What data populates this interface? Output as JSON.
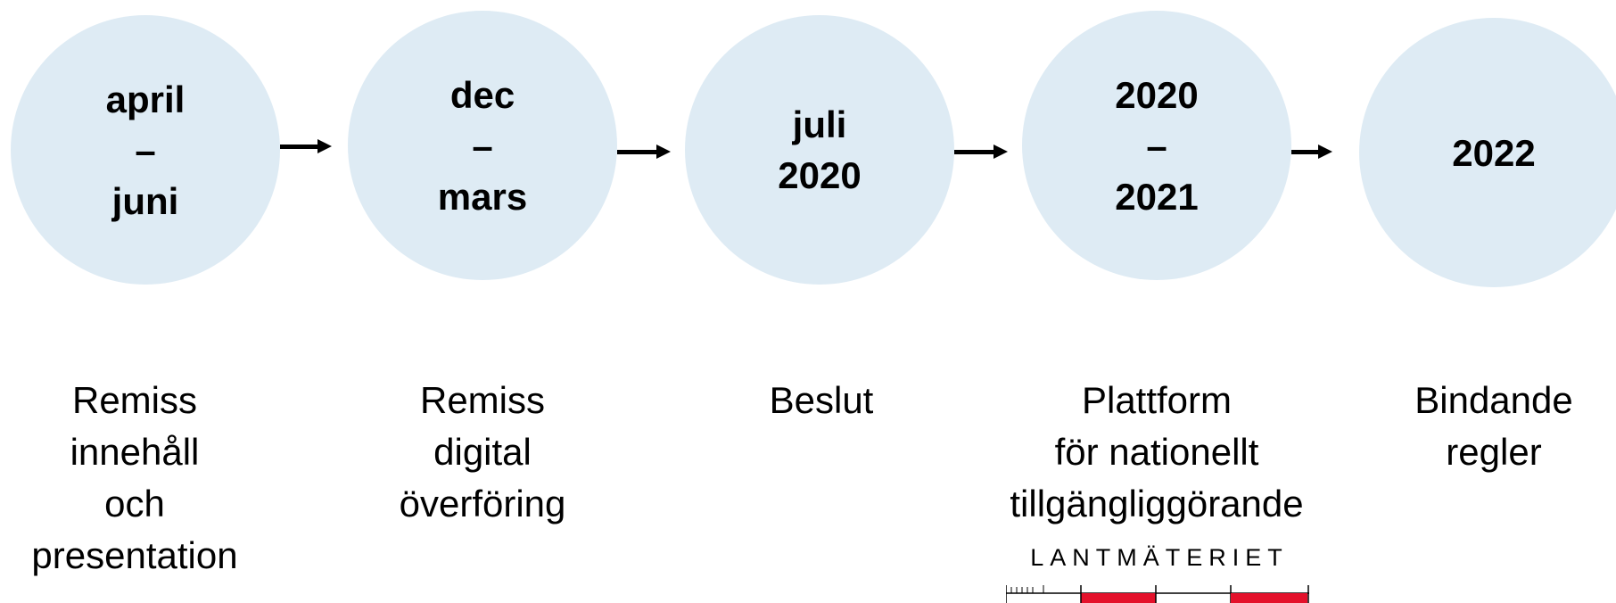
{
  "steps": [
    {
      "date_lines": [
        "april",
        "–",
        "juni"
      ],
      "caption_lines": [
        "Remiss",
        "innehåll",
        "och",
        "presentation"
      ]
    },
    {
      "date_lines": [
        "dec",
        "–",
        "mars"
      ],
      "caption_lines": [
        "Remiss",
        "digital",
        "överföring"
      ]
    },
    {
      "date_lines": [
        "juli",
        "2020"
      ],
      "caption_lines": [
        "Beslut"
      ]
    },
    {
      "date_lines": [
        "2020",
        "–",
        "2021"
      ],
      "caption_lines": [
        "Plattform",
        "för nationellt",
        "tillgängliggörande"
      ]
    },
    {
      "date_lines": [
        "2022"
      ],
      "caption_lines": [
        "Bindande",
        "regler"
      ]
    }
  ],
  "logo": {
    "name": "LANTMÄTERIET",
    "colors": {
      "red": "#e4112b",
      "line": "#000000"
    }
  },
  "colors": {
    "circle_fill": "#deebf4",
    "arrow": "#000000"
  }
}
